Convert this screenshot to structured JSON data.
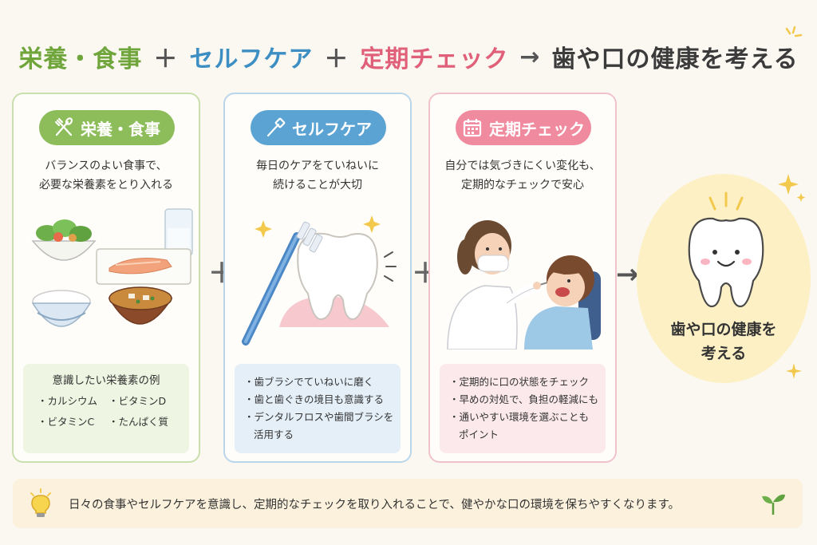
{
  "header": {
    "part1": "栄養・食事",
    "plus1": "＋",
    "part2": "セルフケア",
    "plus2": "＋",
    "part3": "定期チェック",
    "arrow": "→",
    "result": "歯や口の健康を考える"
  },
  "panels": [
    {
      "title": "栄養・食事",
      "icon": "fork-spoon-icon",
      "desc": [
        "バランスのよい食事で、",
        "必要な栄養素をとり入れる"
      ],
      "box_title": "意識したい栄養素の例",
      "items": [
        "カルシウム",
        "ビタミンD",
        "ビタミンC",
        "たんぱく質"
      ]
    },
    {
      "title": "セルフケア",
      "icon": "toothbrush-icon",
      "desc": [
        "毎日のケアをていねいに",
        "続けることが大切"
      ],
      "items": [
        "歯ブラシでていねいに磨く",
        "歯と歯ぐきの境目も意識する",
        "デンタルフロスや歯間ブラシを",
        "活用する"
      ]
    },
    {
      "title": "定期チェック",
      "icon": "calendar-icon",
      "desc": [
        "自分では気づきにくい変化も、",
        "定期的なチェックで安心"
      ],
      "items": [
        "定期的に口の状態をチェック",
        "早めの対処で、負担の軽減にも",
        "通いやすい環境を選ぶことも",
        "ポイント"
      ]
    }
  ],
  "connector_plus": "＋",
  "connector_arrow": "→",
  "result": {
    "line1": "歯や口の健康を",
    "line2": "考える"
  },
  "footer": {
    "text": "日々の食事やセルフケアを意識し、定期的なチェックを取り入れることで、健やかな口の環境を保ちやすくなります。",
    "left_icon": "light-bulb-icon",
    "right_icon": "sprout-icon"
  },
  "colors": {
    "green": "#6fa53b",
    "blue": "#3d8fc3",
    "pink": "#e0607a",
    "yellow": "#fdf0c4"
  }
}
